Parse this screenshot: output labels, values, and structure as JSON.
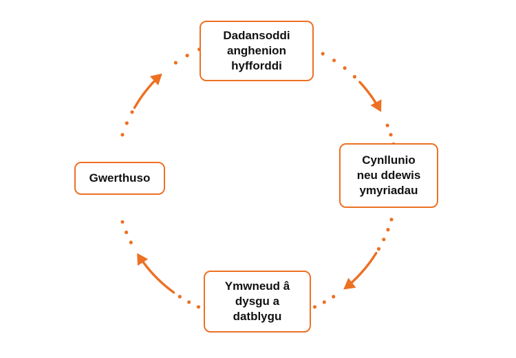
{
  "colors": {
    "accent": "#ED7023",
    "text": "#111111",
    "background": "#ffffff"
  },
  "diagram": {
    "type": "cycle",
    "nodes": [
      {
        "id": "node-0",
        "label": "Dadansoddi\nanghenion\nhyfforddi"
      },
      {
        "id": "node-1",
        "label": "Cynllunio\nneu ddewis\nymyriadau"
      },
      {
        "id": "node-2",
        "label": "Ymwneud â\ndysgu a\ndatblygu"
      },
      {
        "id": "node-3",
        "label": "Gwerthuso"
      }
    ],
    "edges": [
      {
        "from": "node-0",
        "to": "node-1"
      },
      {
        "from": "node-1",
        "to": "node-2"
      },
      {
        "from": "node-2",
        "to": "node-3"
      },
      {
        "from": "node-3",
        "to": "node-0"
      }
    ]
  }
}
